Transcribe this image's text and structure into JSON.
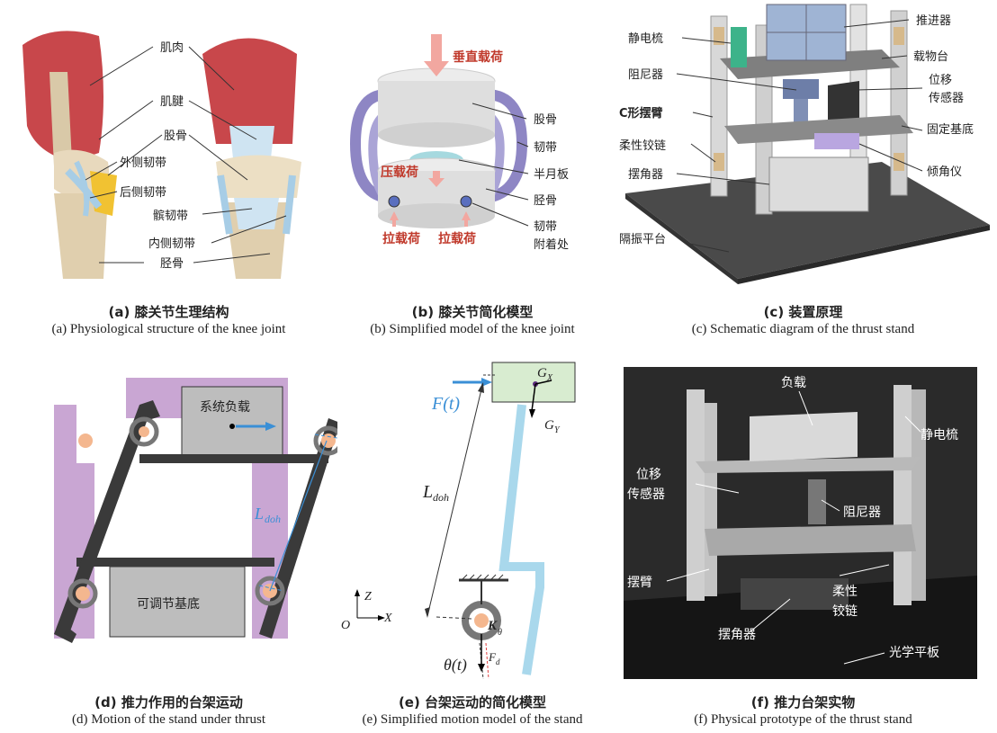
{
  "panel_a": {
    "labels": {
      "muscle": "肌肉",
      "tendon": "肌腱",
      "femur": "股骨",
      "lateral_ligament": "外侧韧带",
      "posterior_ligament": "后侧韧带",
      "patellar_ligament": "髌韧带",
      "medial_ligament": "内侧韧带",
      "tibia": "胫骨"
    },
    "caption_zh": "(a) 膝关节生理结构",
    "caption_en": "(a) Physiological structure of the knee joint"
  },
  "panel_b": {
    "labels": {
      "vertical_load": "垂直载荷",
      "compress_load": "压载荷",
      "tensile_load_1": "拉载荷",
      "tensile_load_2": "拉载荷",
      "femur": "股骨",
      "ligament": "韧带",
      "meniscus": "半月板",
      "tibia": "胫骨",
      "attach_1": "韧带",
      "attach_2": "附着处"
    },
    "caption_zh": "(b) 膝关节简化模型",
    "caption_en": "(b) Simplified model of the knee joint"
  },
  "panel_c": {
    "labels": {
      "comb": "静电梳",
      "damper": "阻尼器",
      "c_arm": "C形摆臂",
      "flex_hinge": "柔性铰链",
      "swing": "摆角器",
      "isolation": "隔振平台",
      "thruster": "推进器",
      "stage": "载物台",
      "disp_1": "位移",
      "disp_2": "传感器",
      "base": "固定基底",
      "incl": "倾角仪"
    },
    "caption_zh": "(c) 装置原理",
    "caption_en": "(c) Schematic diagram of the thrust stand"
  },
  "panel_d": {
    "labels": {
      "payload": "系统负载",
      "adj_base": "可调节基底",
      "l_main": "L",
      "l_sub": "doh"
    },
    "caption_zh": "(d) 推力作用的台架运动",
    "caption_en": "(d) Motion of the stand under thrust"
  },
  "panel_e": {
    "labels": {
      "f_t": "F(t)",
      "gx_main": "G",
      "gx_sub": "X",
      "gy_main": "G",
      "gy_sub": "Y",
      "l_main": "L",
      "l_sub": "doh",
      "k_main": "K",
      "k_sub": "θ",
      "fd_main": "F",
      "fd_sub": "d",
      "theta": "θ(t)",
      "z": "Z",
      "x": "X",
      "o": "O"
    },
    "caption_zh": "(e) 台架运动的简化模型",
    "caption_en": "(e) Simplified motion model of the stand"
  },
  "panel_f": {
    "labels": {
      "load": "负载",
      "comb": "静电梳",
      "disp_1": "位移",
      "disp_2": "传感器",
      "damper": "阻尼器",
      "arm": "摆臂",
      "hinge_1": "柔性",
      "hinge_2": "铰链",
      "swing": "摆角器",
      "plate": "光学平板"
    },
    "caption_zh": "(f) 推力台架实物",
    "caption_en": "(f) Physical prototype of the thrust stand"
  },
  "colors": {
    "accent_blue": "#3a8fd6",
    "load_red": "#c0392b",
    "purple_frame": "#c9a6d3",
    "light_blue_arm": "#a9d8ec"
  }
}
